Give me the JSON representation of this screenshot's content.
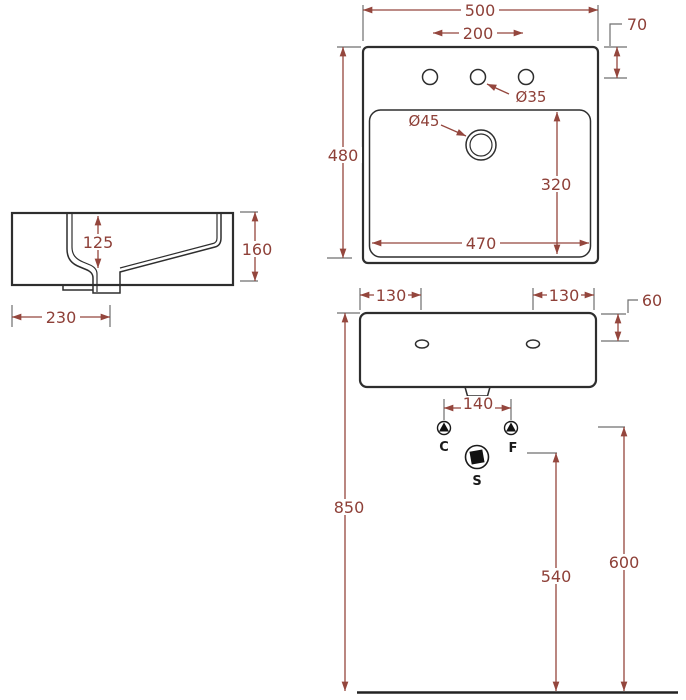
{
  "drawing_type": "washbasin-installation-drawing",
  "colors": {
    "background": "#ffffff",
    "part_line": "#2e2e2e",
    "dimension_line": "#94463d",
    "dimension_text": "#8e4038",
    "extension_line": "#6f6f6f",
    "symbol": "#1a1a1a"
  },
  "plan_view": {
    "overall_width": "500",
    "tap_hole_spacing": "200",
    "tap_hole_setback": "70",
    "overall_depth": "480",
    "basin_width": "320",
    "basin_length": "470",
    "drain_diameter": "Ø45",
    "tap_hole_diameter": "Ø35"
  },
  "side_view": {
    "basin_depth": "125",
    "overall_height": "160",
    "overall_depth": "230"
  },
  "front_view": {
    "left_tap_offset": "130",
    "right_tap_offset": "130",
    "tap_drop": "60",
    "supply_spacing": "140",
    "cold_supply_label": "C",
    "hot_supply_label": "F",
    "waste_label": "S",
    "rim_height": "850",
    "waste_height": "540",
    "supply_height": "600"
  }
}
